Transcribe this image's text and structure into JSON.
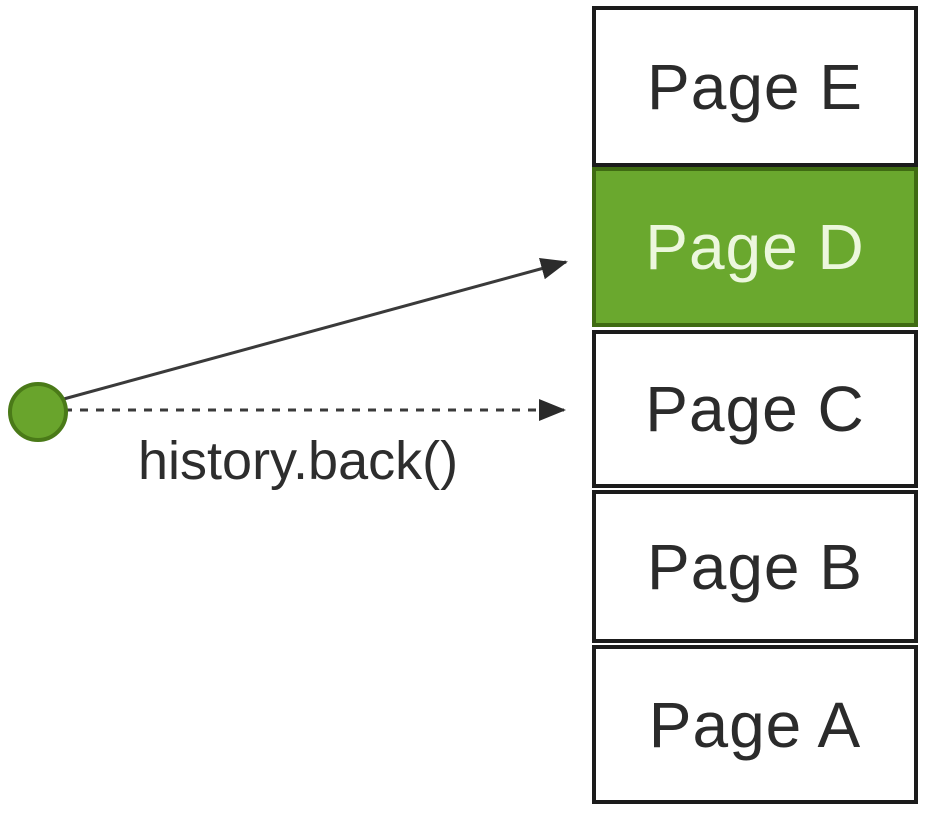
{
  "diagram": {
    "title": "browser-history-stack",
    "action_label": "history.back()",
    "stack": {
      "items": [
        {
          "label": "Page E",
          "active": false
        },
        {
          "label": "Page D",
          "active": true
        },
        {
          "label": "Page C",
          "active": false
        },
        {
          "label": "Page B",
          "active": false
        },
        {
          "label": "Page A",
          "active": false
        }
      ]
    },
    "arrows": [
      {
        "style": "solid",
        "from": "current-position-dot",
        "to": "Page D",
        "label": ""
      },
      {
        "style": "dashed",
        "from": "current-position-dot",
        "to": "Page C",
        "label": "history.back()"
      }
    ],
    "colors": {
      "background": "#ffffff",
      "active_fill": "#6aa82e",
      "active_border": "#3f6b12",
      "active_text": "#ecf7dd",
      "box_fill": "#ffffff",
      "box_border": "#1b1b1b",
      "box_text": "#2b2b2b",
      "arrow_stroke": "#3a3a3a",
      "dot_fill": "#69a42c",
      "dot_border": "#4a7a18"
    }
  }
}
